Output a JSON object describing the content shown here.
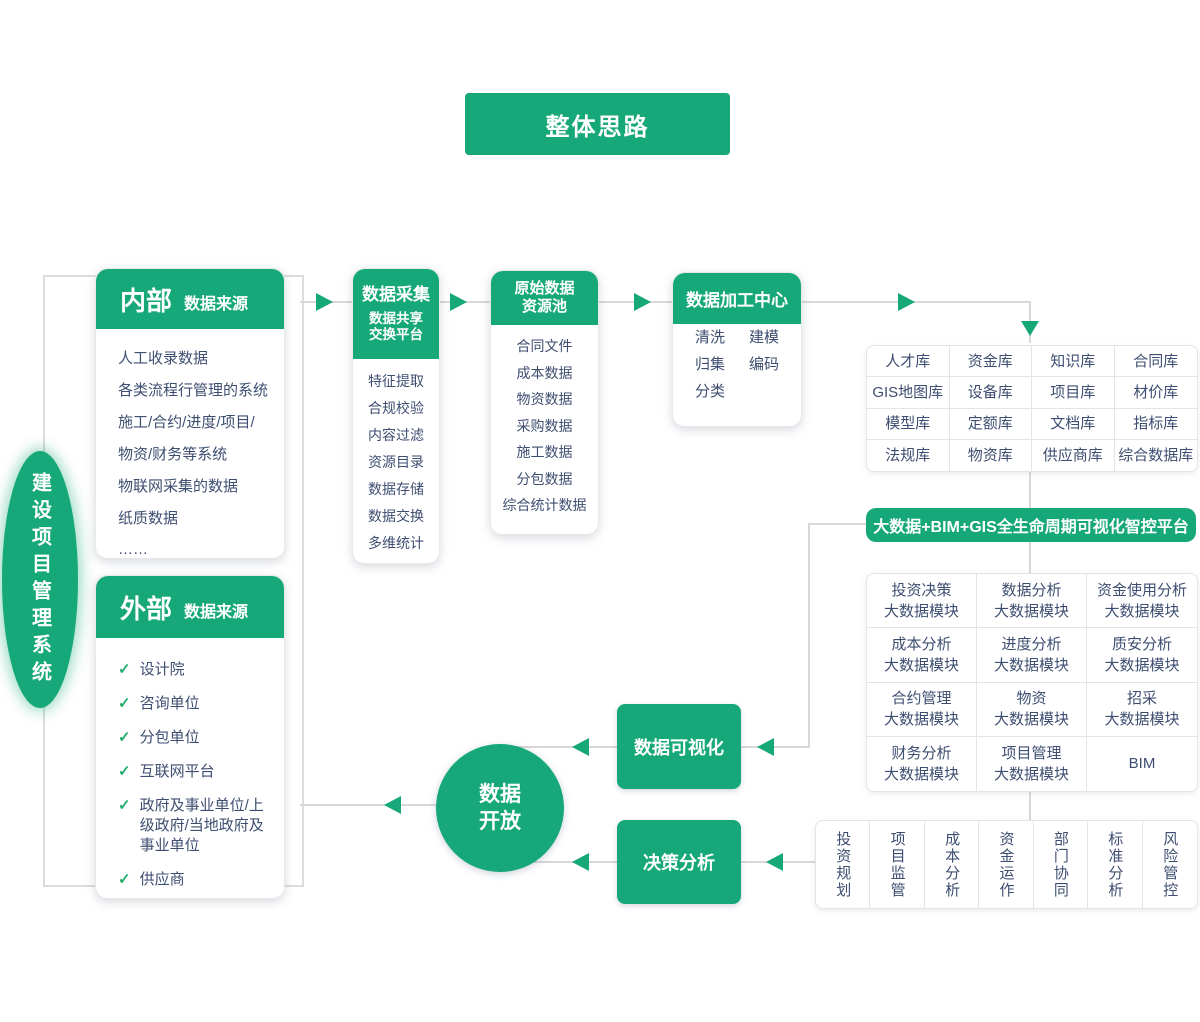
{
  "colors": {
    "green": "#17a87a",
    "text": "#3e4e71",
    "line": "#d8d8d8"
  },
  "icons": {
    "check": "✓"
  },
  "title": "整体思路",
  "system": {
    "label": "建设项目管理系统"
  },
  "internal": {
    "label": "内部",
    "tag": "数据来源",
    "items": [
      "人工收录数据",
      "各类流程行管理的系统",
      "施工/合约/进度/项目/",
      "物资/财务等系统",
      "物联网采集的数据",
      "纸质数据",
      "……"
    ]
  },
  "external": {
    "label": "外部",
    "tag": "数据来源",
    "items": [
      "设计院",
      "咨询单位",
      "分包单位",
      "互联网平台",
      "政府及事业单位/上级政府/当地政府及事业单位",
      "供应商"
    ]
  },
  "collection": {
    "title": "数据采集",
    "subtitle_lines": [
      "数据共享",
      "交换平台"
    ],
    "items": [
      "特征提取",
      "合规校验",
      "内容过滤",
      "资源目录",
      "数据存储",
      "数据交换",
      "多维统计"
    ]
  },
  "pool": {
    "title_lines": [
      "原始数据",
      "资源池"
    ],
    "items": [
      "合同文件",
      "成本数据",
      "物资数据",
      "采购数据",
      "施工数据",
      "分包数据",
      "综合统计数据"
    ]
  },
  "processing": {
    "title": "数据加工中心",
    "items": [
      "清洗",
      "建模",
      "归集",
      "编码",
      "分类"
    ]
  },
  "libraries": {
    "rows": [
      [
        "人才库",
        "资金库",
        "知识库",
        "合同库"
      ],
      [
        "GIS地图库",
        "设备库",
        "项目库",
        "材价库"
      ],
      [
        "模型库",
        "定额库",
        "文档库",
        "指标库"
      ],
      [
        "法规库",
        "物资库",
        "供应商库",
        "综合数据库"
      ]
    ]
  },
  "banner": "大数据+BIM+GIS全生命周期可视化智控平台",
  "modules": {
    "cells": [
      [
        "投资决策",
        "大数据模块"
      ],
      [
        "数据分析",
        "大数据模块"
      ],
      [
        "资金使用分析",
        "大数据模块"
      ],
      [
        "成本分析",
        "大数据模块"
      ],
      [
        "进度分析",
        "大数据模块"
      ],
      [
        "质安分析",
        "大数据模块"
      ],
      [
        "合约管理",
        "大数据模块"
      ],
      [
        "物资",
        "大数据模块"
      ],
      [
        "招采",
        "大数据模块"
      ],
      [
        "财务分析",
        "大数据模块"
      ],
      [
        "项目管理",
        "大数据模块"
      ],
      [
        "BIM"
      ]
    ]
  },
  "visualization": {
    "label": "数据可视化"
  },
  "decision": {
    "label": "决策分析"
  },
  "open": {
    "lines": [
      "数据",
      "开放"
    ]
  },
  "business": {
    "columns": [
      "投资规划",
      "项目监管",
      "成本分析",
      "资金运作",
      "部门协同",
      "标准分析",
      "风险管控"
    ]
  }
}
